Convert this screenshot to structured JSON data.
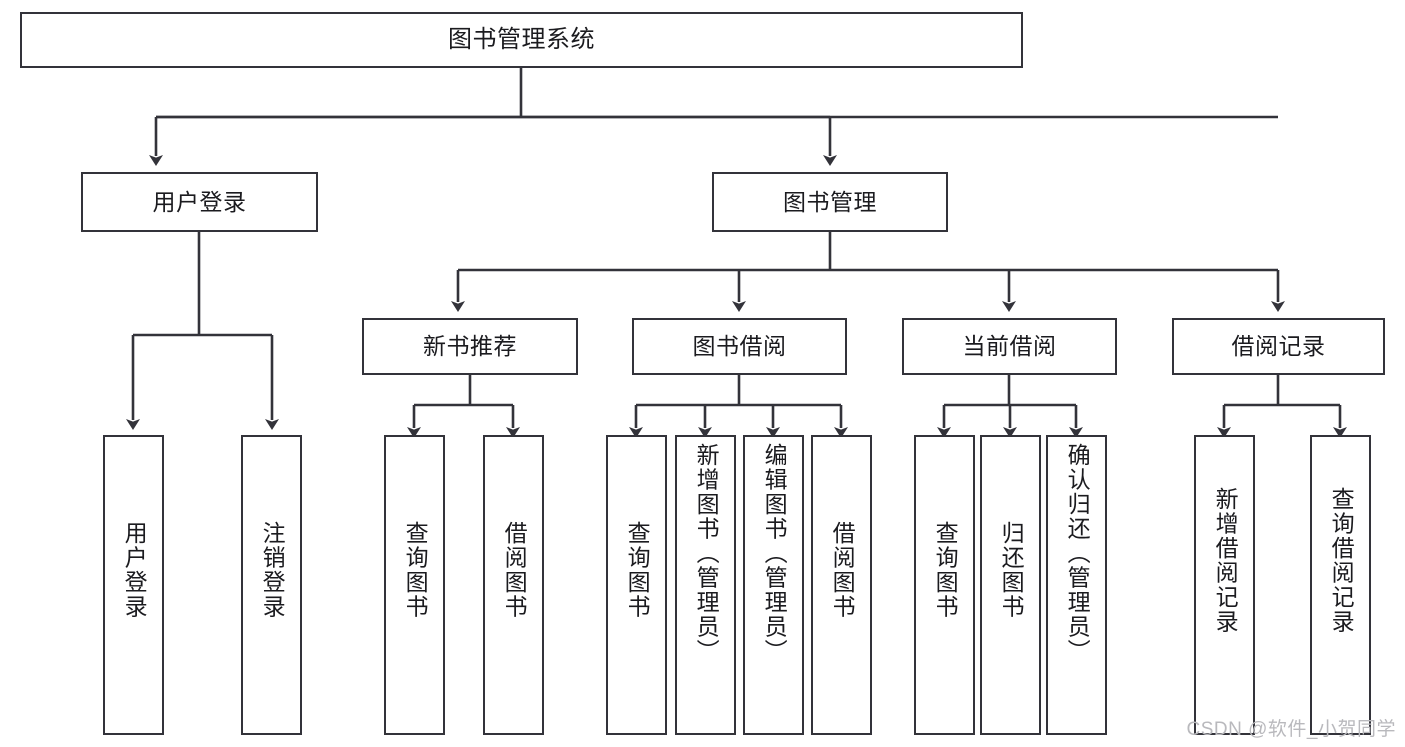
{
  "diagram": {
    "title": "图书管理系统",
    "type": "tree",
    "root": {
      "label": "图书管理系统"
    },
    "level2": [
      {
        "label": "用户登录"
      },
      {
        "label": "图书管理"
      }
    ],
    "level3": [
      {
        "label": "新书推荐"
      },
      {
        "label": "图书借阅"
      },
      {
        "label": "当前借阅"
      },
      {
        "label": "借阅记录"
      }
    ],
    "leaves": {
      "user_login": [
        {
          "label": "用户登录"
        },
        {
          "label": "注销登录"
        }
      ],
      "new_book_recommend": [
        {
          "label": "查询图书"
        },
        {
          "label": "借阅图书"
        }
      ],
      "book_borrow": [
        {
          "label": "查询图书"
        },
        {
          "label": "新增图书（管理员）"
        },
        {
          "label": "编辑图书（管理员）"
        },
        {
          "label": "借阅图书"
        }
      ],
      "current_borrow": [
        {
          "label": "查询图书"
        },
        {
          "label": "归还图书"
        },
        {
          "label": "确认归还（管理员）"
        }
      ],
      "borrow_record": [
        {
          "label": "新增借阅记录"
        },
        {
          "label": "查询借阅记录"
        }
      ]
    },
    "watermark": "CSDN @软件_小贺同学",
    "colors": {
      "stroke": "#33333a",
      "fill": "#ffffff",
      "text": "#1b1b1f",
      "watermark": "#b9b9bd"
    }
  }
}
